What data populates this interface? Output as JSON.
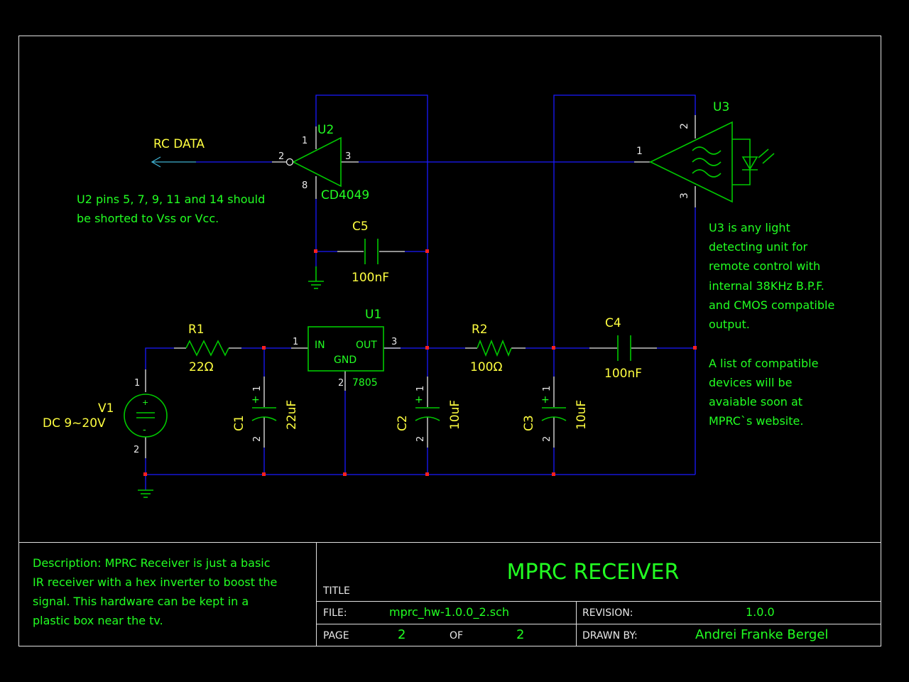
{
  "net_label": "RC DATA",
  "u2": {
    "ref": "U2",
    "part": "CD4049",
    "pins": {
      "in": "2",
      "out": "3",
      "vdd": "1",
      "vss": "8"
    }
  },
  "u3": {
    "ref": "U3",
    "pins": {
      "out": "1",
      "top": "2",
      "bot": "3"
    }
  },
  "u1": {
    "ref": "U1",
    "part": "7805",
    "in": "IN",
    "out": "OUT",
    "gnd": "GND",
    "pin_in": "1",
    "pin_out": "3",
    "pin_gnd": "2"
  },
  "r1": {
    "ref": "R1",
    "value": "22Ω"
  },
  "r2": {
    "ref": "R2",
    "value": "100Ω"
  },
  "c1": {
    "ref": "C1",
    "value": "22uF"
  },
  "c2": {
    "ref": "C2",
    "value": "10uF"
  },
  "c3": {
    "ref": "C3",
    "value": "10uF"
  },
  "c4": {
    "ref": "C4",
    "value": "100nF"
  },
  "c5": {
    "ref": "C5",
    "value": "100nF"
  },
  "v1": {
    "ref": "V1",
    "value": "DC 9~20V",
    "pin_top": "1",
    "pin_bot": "2",
    "plus": "+",
    "minus": "-"
  },
  "cap_pins": {
    "plus": "+",
    "p1": "1",
    "p2": "2"
  },
  "notes": {
    "u2_note": [
      "U2 pins 5, 7, 9, 11 and 14 should",
      "be shorted to Vss or Vcc."
    ],
    "u3_note": [
      "U3 is any light",
      "detecting unit for",
      "remote control with",
      "internal 38KHz B.P.F.",
      "and CMOS compatible",
      "output."
    ],
    "list_note": [
      "A list of compatible",
      "devices will be",
      "avaiable soon at",
      "MPRC`s website."
    ]
  },
  "title_block": {
    "description": [
      "Description: MPRC Receiver is just a basic",
      "IR receiver with a hex inverter to boost the",
      "signal. This hardware can be kept in a",
      "plastic box near the tv."
    ],
    "title": "MPRC RECEIVER",
    "title_label": "TITLE",
    "file_label": "FILE:",
    "file": "mprc_hw-1.0.0_2.sch",
    "revision_label": "REVISION:",
    "revision": "1.0.0",
    "page_label": "PAGE",
    "page": "2",
    "of_label": "OF",
    "of": "2",
    "drawn_by_label": "DRAWN BY:",
    "drawn_by": "Andrei Franke Bergel"
  }
}
